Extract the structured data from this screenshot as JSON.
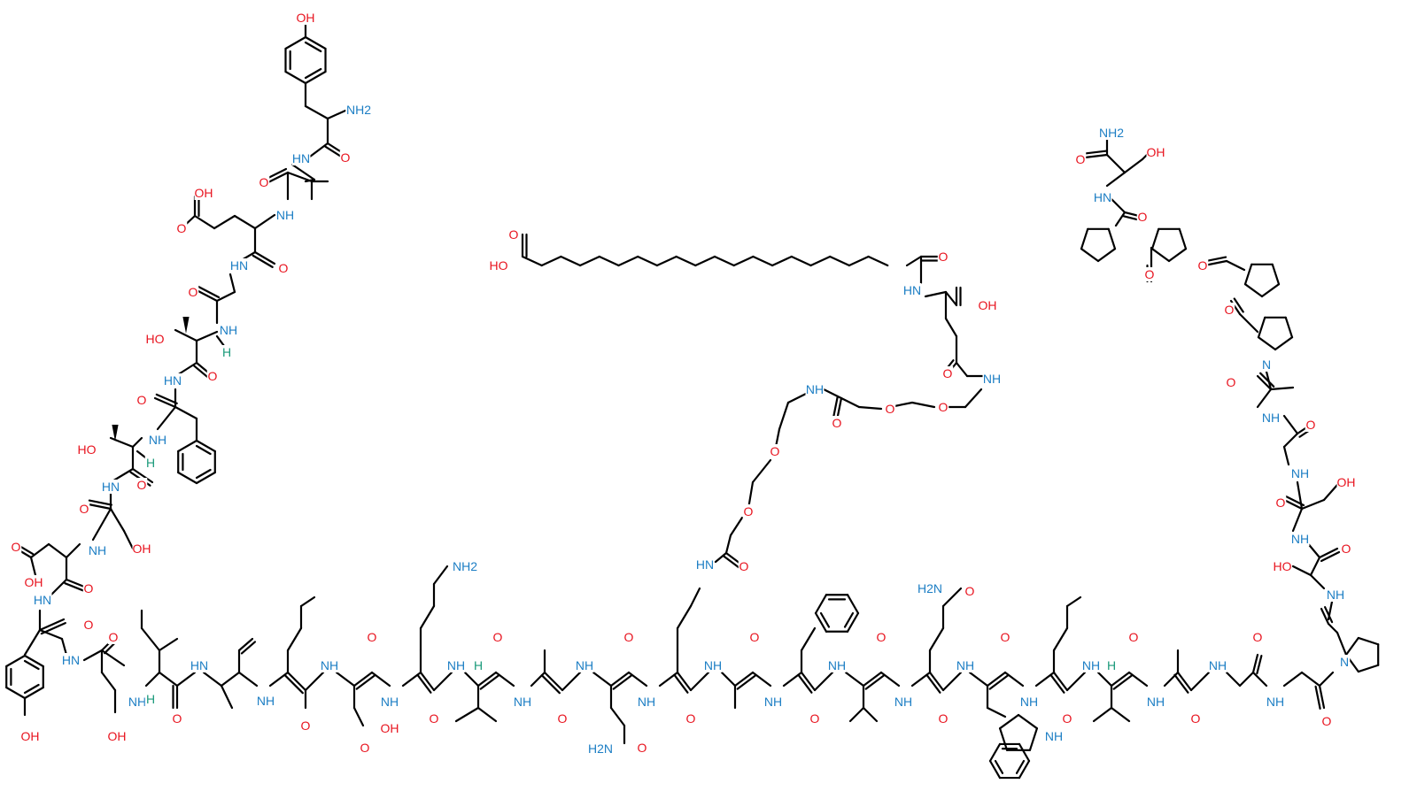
{
  "colors": {
    "oxygen": "#e8141f",
    "nitrogen": "#1c7ec4",
    "hydrogen_stereo": "#1a9a7a",
    "bond": "#000000"
  },
  "labels": {
    "oh": "OH",
    "ho": "HO",
    "nh2": "NH2",
    "h2n": "H2N",
    "nh": "NH",
    "hn": "HN",
    "n": "N",
    "h": "H",
    "o": "O",
    "ome": "O"
  }
}
